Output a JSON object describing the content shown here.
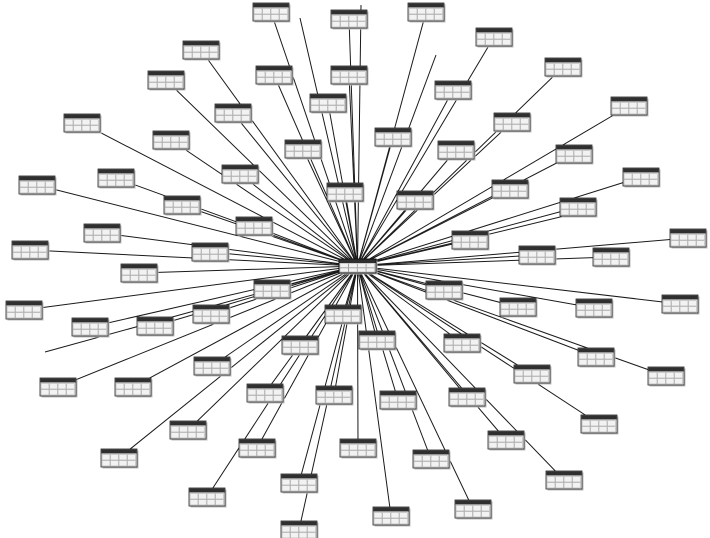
{
  "diagram": {
    "kind": "hub-and-spoke network (radial)",
    "hub_count": 1,
    "spoke_node_count": 79,
    "node_label_legibility": "illegible",
    "colors": {
      "edge": "#1a1a1a",
      "node_header": "#2f2f2f",
      "node_body": "#f2f2f2",
      "background": "#ffffff"
    }
  }
}
